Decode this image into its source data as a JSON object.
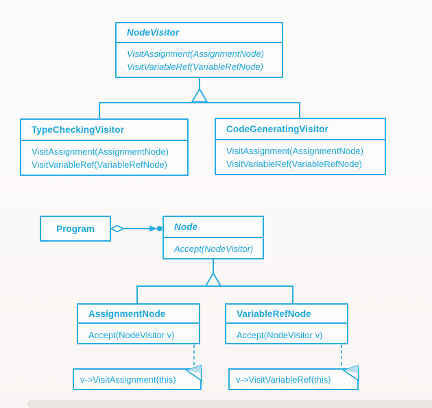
{
  "colors": {
    "accent": "#29ace2",
    "text": "#1ba6e0",
    "note_fold_shade": "#b9ddf1",
    "page_background": "#fbf8f7"
  },
  "notation": {
    "inheritance_icon": "hollow-triangle",
    "aggregation_icon": "open-diamond",
    "navigability_icon": "filled-arrowhead",
    "multiplicity_many_icon": "filled-circle",
    "implementation_link_icon": "open-circle-dashed-line",
    "note_icon": "dog-eared-note"
  },
  "top_diagram": {
    "parent": {
      "title": "NodeVisitor",
      "abstract": true,
      "methods": [
        "VisitAssignment(AssignmentNode)",
        "VisitVariableRef(VariableRefNode)"
      ]
    },
    "children": [
      {
        "title": "TypeCheckingVisitor",
        "methods": [
          "VisitAssignment(AssignmentNode)",
          "VisitVariableRef(VariableRefNode)"
        ]
      },
      {
        "title": "CodeGeneratingVisitor",
        "methods": [
          "VisitAssignment(AssignmentNode)",
          "VisitVariableRef(VariableRefNode)"
        ]
      }
    ]
  },
  "bottom_diagram": {
    "program": {
      "title": "Program"
    },
    "parent": {
      "title": "Node",
      "abstract": true,
      "methods": [
        "Accept(NodeVisitor)"
      ]
    },
    "children": [
      {
        "title": "AssignmentNode",
        "methods": [
          "Accept(NodeVisitor v)"
        ]
      },
      {
        "title": "VariableRefNode",
        "methods": [
          "Accept(NodeVisitor v)"
        ]
      }
    ],
    "notes": [
      {
        "text": "v->VisitAssignment(this)"
      },
      {
        "text": "v->VisitVariableRef(this)"
      }
    ]
  }
}
